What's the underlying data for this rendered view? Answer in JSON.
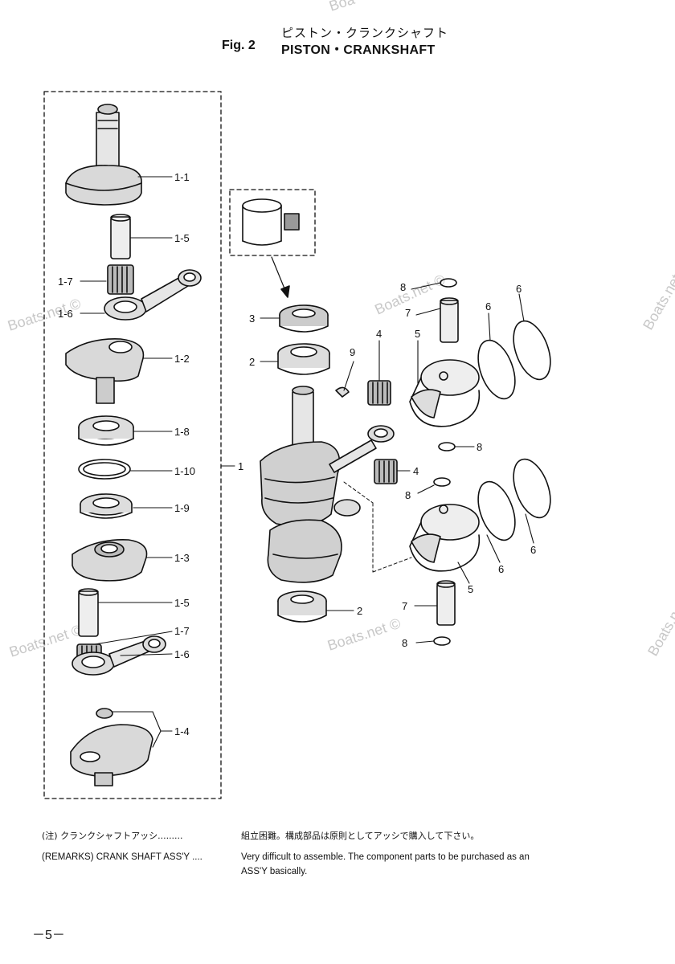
{
  "header": {
    "title_jp": "ピストン・クランクシャフト",
    "fig_label": "Fig. 2",
    "title_en": "PISTON・CRANKSHAFT"
  },
  "labels": {
    "l1_1": "1-1",
    "l1_5a": "1-5",
    "l1_7a": "1-7",
    "l1_6a": "1-6",
    "l1_2": "1-2",
    "l1_8": "1-8",
    "l1_10": "1-10",
    "l1": "1",
    "l1_9": "1-9",
    "l1_3": "1-3",
    "l1_5b": "1-5",
    "l1_7b": "1-7",
    "l1_6b": "1-6",
    "l1_4": "1-4",
    "l3": "3",
    "l2a": "2",
    "l9": "9",
    "l4a": "4",
    "l5a": "5",
    "l8a": "8",
    "l7a": "7",
    "l6a": "6",
    "l6b": "6",
    "l8b": "8",
    "l4b": "4",
    "l8c": "8",
    "l6c": "6",
    "l6d": "6",
    "l5b": "5",
    "l2b": "2",
    "l7b": "7",
    "l8d": "8"
  },
  "watermarks": {
    "w1": "Boats.net ©",
    "w2": "Boats.net ©",
    "w3": "Boats.net ©",
    "w4": "Boats.net ©",
    "w5": "Boats.net ©",
    "w6": "Boa",
    "w7": "Boats.net ©"
  },
  "remarks": {
    "jp_key": "(注) クランクシャフトアッシ.........",
    "jp_text": "組立困難。構成部品は原則としてアッシで購入して下さい。",
    "en_key": "(REMARKS) CRANK SHAFT ASS'Y ....",
    "en_text_1": "Very difficult to assemble. The component parts to be purchased as an",
    "en_text_2": "ASS'Y basically."
  },
  "footer": {
    "page_number": "－5－"
  }
}
